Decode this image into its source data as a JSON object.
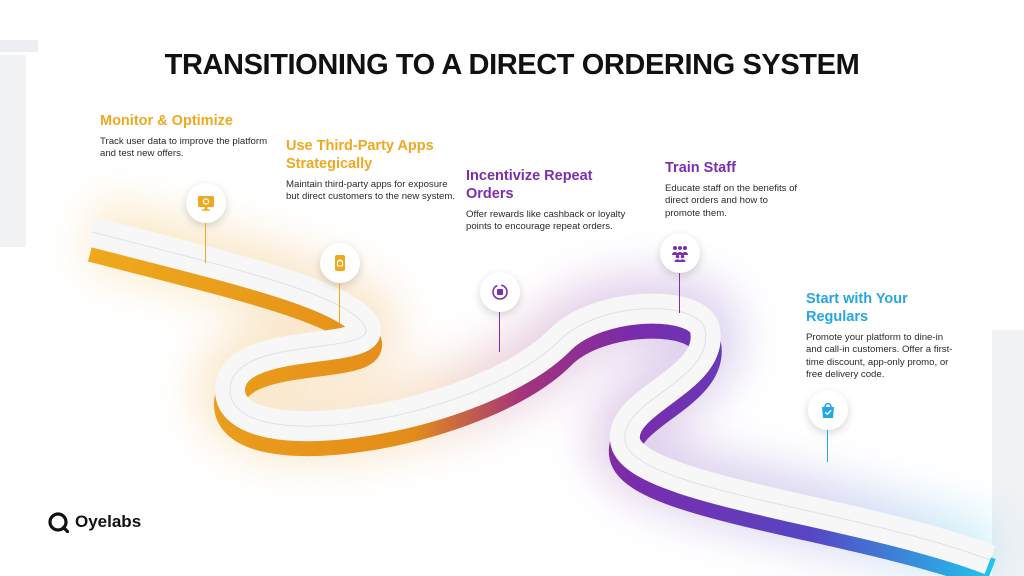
{
  "title": "TRANSITIONING TO A DIRECT ORDERING SYSTEM",
  "colors": {
    "orange": "#f0a81e",
    "purple": "#7b2fae",
    "blue": "#26a6e6",
    "road_surface": "#f7f7f8"
  },
  "steps": [
    {
      "title": "Monitor & Optimize",
      "description": "Track user data to improve the platform and test new offers.",
      "color": "#f0a81e",
      "icon": "monitor-icon"
    },
    {
      "title": "Use Third-Party Apps Strategically",
      "description": "Maintain third-party apps for exposure but direct customers to the new system.",
      "color": "#f0a81e",
      "icon": "phone-app-icon"
    },
    {
      "title": "Incentivize Repeat Orders",
      "description": "Offer rewards like cashback or loyalty points to encourage repeat orders.",
      "color": "#7b2fae",
      "icon": "reward-cycle-icon"
    },
    {
      "title": "Train Staff",
      "description": "Educate staff on the benefits of direct orders and how to promote them.",
      "color": "#7b2fae",
      "icon": "team-icon"
    },
    {
      "title": "Start with Your Regulars",
      "description": "Promote your platform to dine-in and call-in customers. Offer a first-time discount, app-only promo, or free delivery code.",
      "color": "#26a6e6",
      "icon": "shopping-bag-icon"
    }
  ],
  "brand": {
    "name": "Oyelabs"
  }
}
